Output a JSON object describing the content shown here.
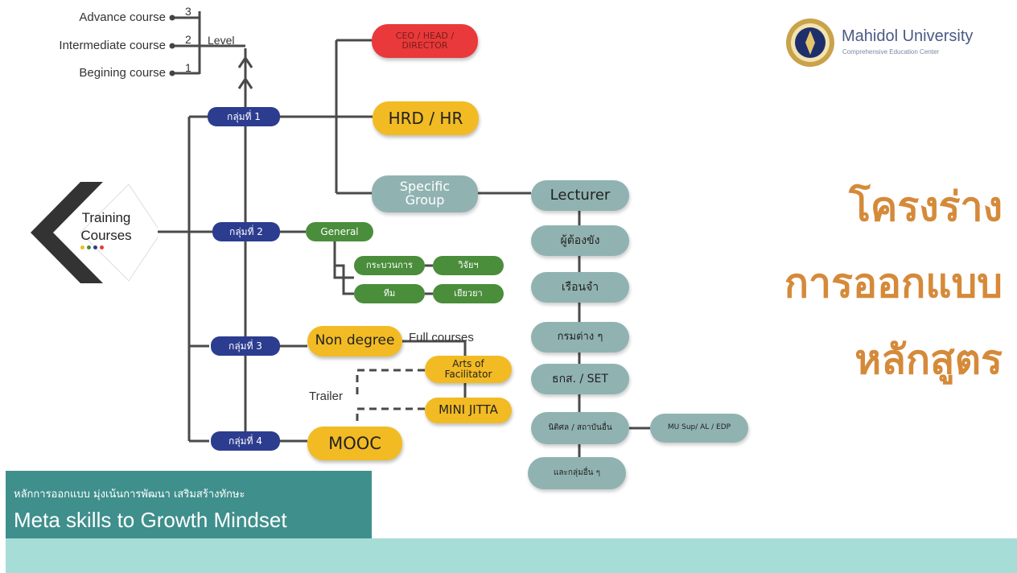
{
  "levels": {
    "advance": "Advance course",
    "intermediate": "Intermediate course",
    "beginning": "Begining course",
    "num3": "3",
    "num2": "2",
    "num1": "1",
    "label": "Level"
  },
  "logo": {
    "name": "Mahidol University",
    "sub": "Comprehensive Education Center"
  },
  "training": {
    "line1": "Training",
    "line2": "Courses"
  },
  "groups": {
    "g1": "กลุ่มที่ 1",
    "g2": "กลุ่มที่ 2",
    "g3": "กลุ่มที่ 3",
    "g4": "กลุ่มที่ 4"
  },
  "top_nodes": {
    "ceo": "CEO / HEAD / DIRECTOR",
    "hrd": "HRD / HR",
    "specific": "Specific Group"
  },
  "general": {
    "label": "General",
    "items": [
      "กระบวนการ",
      "วิจัยฯ",
      "ทีม",
      "เยียวยา"
    ]
  },
  "specific_chain": [
    "Lecturer",
    "ผู้ต้องขัง",
    "เรือนจำ",
    "กรมต่าง ๆ",
    "ธกส. / SET",
    "นิติศล / สถาบันอื่น",
    "และกลุ่มอื่น ๆ"
  ],
  "mu_node": "MU Sup/ AL / EDP",
  "non_degree": {
    "label": "Non degree",
    "full_courses": "Full courses",
    "arts": "Arts of Facilitator",
    "mini": "MINI JITTA",
    "trailer": "Trailer",
    "mooc": "MOOC"
  },
  "title_thai": [
    "โครงร่าง",
    "การออกแบบ",
    "หลักสูตร"
  ],
  "banner": {
    "thai": "หลักการออกแบบ มุ่งเน้นการพัฒนา เสริมสร้างทักษะ",
    "english": "Meta skills to Growth Mindset"
  },
  "colors": {
    "navy": "#2c3c8f",
    "yellow": "#f2bb23",
    "red": "#e9393a",
    "green": "#4a8d3b",
    "teal_node": "#90b3b1",
    "title_orange": "#d58a3a",
    "banner": "#3f8f8c",
    "footer": "#a6ddd6"
  }
}
